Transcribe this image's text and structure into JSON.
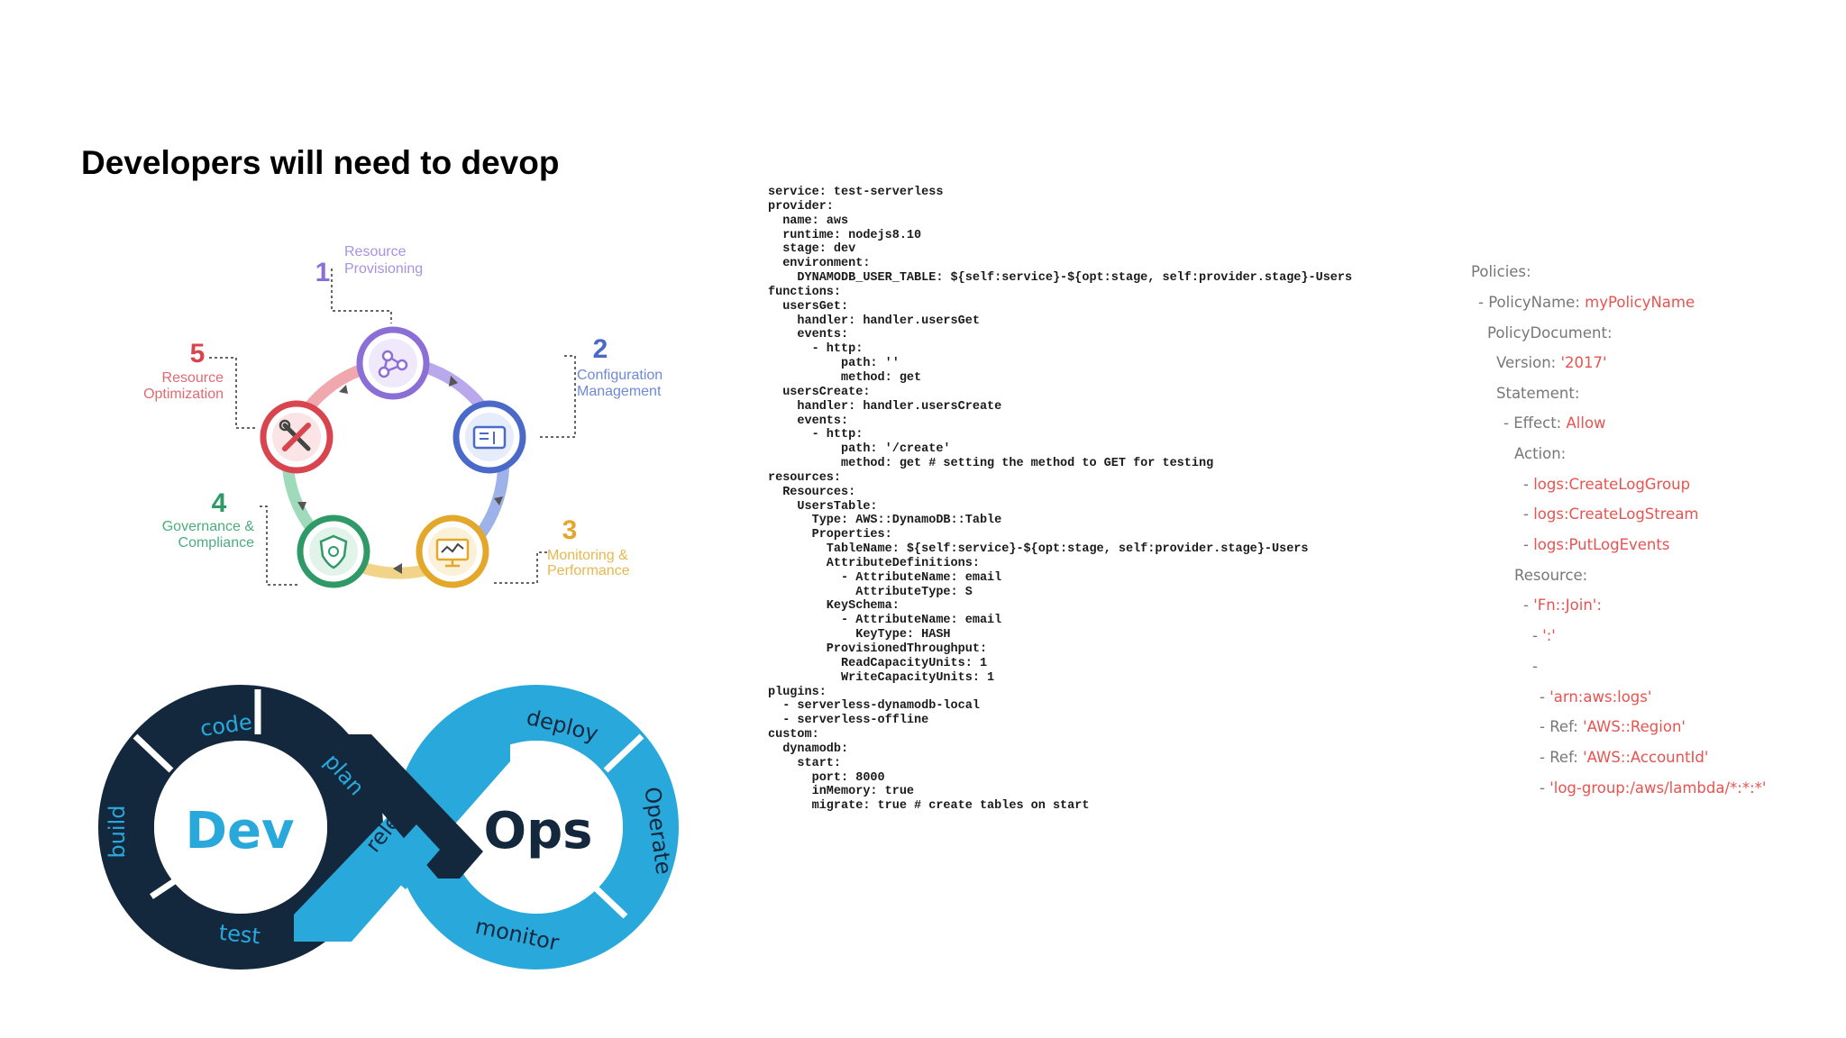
{
  "title": "Developers will need to devop",
  "cycle": {
    "steps": [
      {
        "num": "1",
        "line1": "Resource",
        "line2": "Provisioning",
        "color": "#8b6fd6"
      },
      {
        "num": "2",
        "line1": "Configuration",
        "line2": "Management",
        "color": "#4a69c8"
      },
      {
        "num": "3",
        "line1": "Monitoring &",
        "line2": "Performance",
        "color": "#e3a72a"
      },
      {
        "num": "4",
        "line1": "Governance &",
        "line2": "Compliance",
        "color": "#2f9a68"
      },
      {
        "num": "5",
        "line1": "Resource",
        "line2": "Optimization",
        "color": "#d9454f"
      }
    ]
  },
  "devops": {
    "dev": "Dev",
    "ops": "Ops",
    "labels": {
      "code": "code",
      "build": "build",
      "test": "test",
      "plan": "plan",
      "release": "release",
      "deploy": "deploy",
      "operate": "Operate",
      "monitor": "monitor"
    },
    "colors": {
      "dark": "#14283d",
      "light": "#29a9db"
    }
  },
  "serverless_yaml": "service: test-serverless\nprovider:\n  name: aws\n  runtime: nodejs8.10\n  stage: dev\n  environment:\n    DYNAMODB_USER_TABLE: ${self:service}-${opt:stage, self:provider.stage}-Users\nfunctions:\n  usersGet:\n    handler: handler.usersGet\n    events:\n      - http:\n          path: ''\n          method: get\n  usersCreate:\n    handler: handler.usersCreate\n    events:\n      - http:\n          path: '/create'\n          method: get # setting the method to GET for testing\nresources:\n  Resources:\n    UsersTable:\n      Type: AWS::DynamoDB::Table\n      Properties:\n        TableName: ${self:service}-${opt:stage, self:provider.stage}-Users\n        AttributeDefinitions:\n          - AttributeName: email\n            AttributeType: S\n        KeySchema:\n          - AttributeName: email\n            KeyType: HASH\n        ProvisionedThroughput:\n          ReadCapacityUnits: 1\n          WriteCapacityUnits: 1\nplugins:\n  - serverless-dynamodb-local\n  - serverless-offline\ncustom:\n  dynamodb:\n    start:\n      port: 8000\n      inMemory: true\n      migrate: true # create tables on start",
  "policy": [
    {
      "key": "Policies:",
      "val": ""
    },
    {
      "key": "- PolicyName: ",
      "val": "myPolicyName"
    },
    {
      "key": "PolicyDocument:",
      "val": ""
    },
    {
      "key": "Version: ",
      "val": "'2017'"
    },
    {
      "key": "Statement:",
      "val": ""
    },
    {
      "key": "- Effect: ",
      "val": "Allow"
    },
    {
      "key": "Action:",
      "val": ""
    },
    {
      "key": "- ",
      "val": "logs:CreateLogGroup"
    },
    {
      "key": "- ",
      "val": "logs:CreateLogStream"
    },
    {
      "key": "- ",
      "val": "logs:PutLogEvents"
    },
    {
      "key": "Resource:",
      "val": ""
    },
    {
      "key": "- ",
      "val": "'Fn::Join':"
    },
    {
      "key": "- ",
      "val": "':'"
    },
    {
      "key": "-",
      "val": ""
    },
    {
      "key": "- ",
      "val": "'arn:aws:logs'"
    },
    {
      "key": "- Ref: ",
      "val": "'AWS::Region'"
    },
    {
      "key": "- Ref: ",
      "val": "'AWS::AccountId'"
    },
    {
      "key": "- ",
      "val": "'log-group:/aws/lambda/*:*:*'"
    }
  ]
}
